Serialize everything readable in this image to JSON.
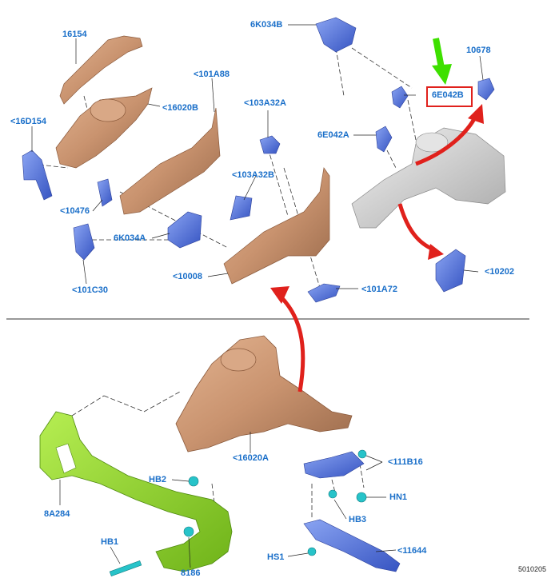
{
  "labels": {
    "l16154": "16154",
    "l6K034B": "6K034B",
    "l10678": "10678",
    "l6E042B": "6E042B",
    "l101A88": "<101A88",
    "l16020B": "<16020B",
    "l103A32A": "<103A32A",
    "l16D154": "<16D154",
    "l6E042A": "6E042A",
    "l103A32B": "<103A32B",
    "l10476": "<10476",
    "l6K034A": "6K034A",
    "l10202": "<10202",
    "l101C30": "<101C30",
    "l10008": "<10008",
    "l101A72": "<101A72",
    "l16020A": "<16020A",
    "l111B16": "<111B16",
    "lHB2": "HB2",
    "lHN1": "HN1",
    "l8A284": "8A284",
    "lHB3": "HB3",
    "lHB1": "HB1",
    "lHS1": "HS1",
    "l11644": "<11644",
    "l8186": "8186"
  },
  "document_number": "5010205",
  "colors": {
    "label": "#1a6fc9",
    "copper": "#c9936f",
    "copper_dark": "#8b5a3c",
    "blue_part": "#4f6fd6",
    "green_part": "#8fcf2e",
    "teal_fastener": "#27c3c9",
    "grey_part": "#c8c8c8",
    "arrow_red": "#e0211c",
    "arrow_green": "#3ee000"
  }
}
